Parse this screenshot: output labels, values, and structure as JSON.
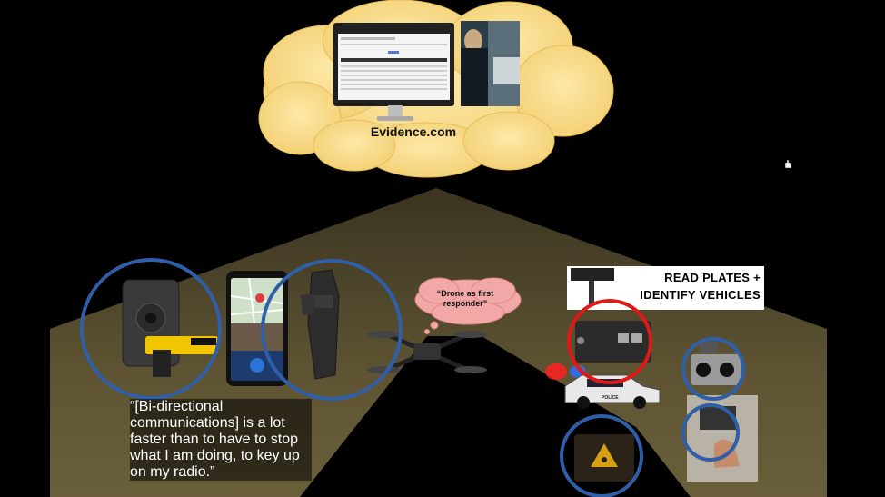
{
  "cloud": {
    "label": "Evidence.com"
  },
  "quote": {
    "text": "“[Bi-directional communications] is a lot faster than to have to stop what I am doing, to key up on my radio.”"
  },
  "drone_bubble": {
    "text": "“Drone as first responder”"
  },
  "banner": {
    "line1": "READ PLATES +",
    "line2": "IDENTIFY VEHICLES"
  },
  "vehicle": {
    "label": "POLICE"
  },
  "colors": {
    "cloud": "#f7d98a",
    "ground": "#5a5030",
    "ring_blue": "#2f5fa8",
    "ring_red": "#e01818"
  }
}
